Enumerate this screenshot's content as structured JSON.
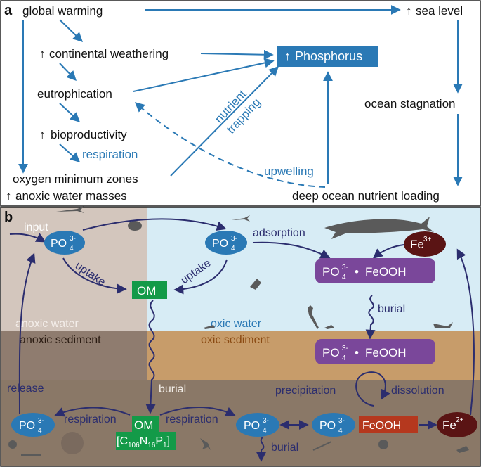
{
  "colors": {
    "blue": "#2a79b5",
    "navy": "#2b2d6e",
    "purple": "#7a479a",
    "green": "#139a48",
    "maroon": "#5a1414",
    "red_box": "#b5381e",
    "oxic_water": "#d7ecf5",
    "anoxic_water": "#d3c6bd",
    "oxic_sediment": "#c79c6a",
    "anoxic_sediment": "#8f7c6f",
    "deep_sediment": "#8a7867"
  },
  "panel_a": {
    "label": "a",
    "global_warming": "global warming",
    "sea_level": "sea level",
    "continental_weathering": "continental weathering",
    "phosphorus": "Phosphorus",
    "eutrophication": "eutrophication",
    "ocean_stagnation": "ocean stagnation",
    "bioproductivity": "bioproductivity",
    "respiration": "respiration",
    "nutrient": "nutrient",
    "trapping": "trapping",
    "oxygen_minimum_zones": "oxygen minimum zones",
    "anoxic_water_masses": "anoxic water masses",
    "upwelling": "upwelling",
    "deep_ocean_nutrient_loading": "deep ocean nutrient loading",
    "up_arrow": "↑"
  },
  "panel_b": {
    "label": "b",
    "input": "input",
    "adsorption": "adsorption",
    "uptake": "uptake",
    "om": "OM",
    "po4": "PO",
    "po4_sub": "4",
    "po4_sup": "3-",
    "bullet": "•",
    "feooh": "FeOOH",
    "fe": "Fe",
    "fe3_sup": "3+",
    "fe2_sup": "2+",
    "burial": "burial",
    "anoxic_water": "anoxic water",
    "oxic_water": "oxic water",
    "anoxic_sediment": "anoxic sediment",
    "oxic_sediment": "oxic sediment",
    "release": "release",
    "precipitation": "precipitation",
    "dissolution": "dissolution",
    "respiration": "respiration",
    "formula_c": "[C",
    "formula_c_sub": "106",
    "formula_n": "N",
    "formula_n_sub": "16",
    "formula_p": "P",
    "formula_p_sub": "1",
    "formula_end": "]"
  }
}
